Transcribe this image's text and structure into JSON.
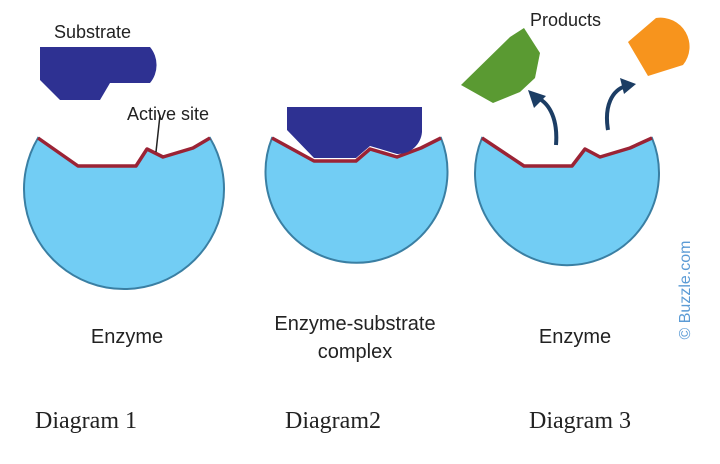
{
  "labels": {
    "substrate": "Substrate",
    "active_site": "Active site",
    "products": "Products",
    "enzyme_1": "Enzyme",
    "complex_line1": "Enzyme-substrate",
    "complex_line2": "complex",
    "enzyme_3": "Enzyme",
    "watermark": "© Buzzle.com"
  },
  "captions": {
    "diagram_1": "Diagram 1",
    "diagram_2": "Diagram2",
    "diagram_3": "Diagram 3"
  },
  "colors": {
    "enzyme_fill": "#72cdf4",
    "enzyme_stroke": "#3a7fa3",
    "active_site": "#9b2335",
    "substrate": "#2e3192",
    "product_green": "#5a9a32",
    "product_orange": "#f7941d",
    "arrow": "#1c3d64",
    "watermark": "#5b9bd5"
  }
}
